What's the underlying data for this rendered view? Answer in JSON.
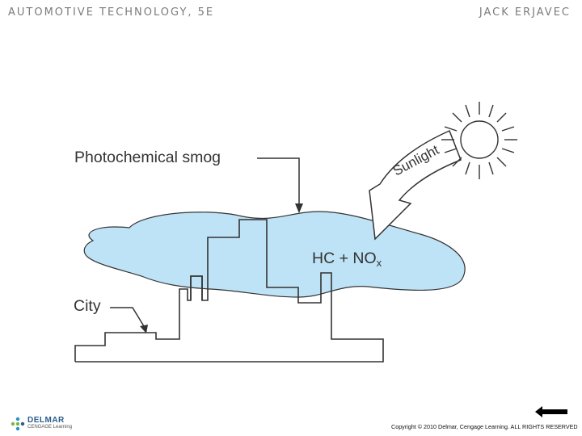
{
  "header": {
    "book_title": "AUTOMOTIVE TECHNOLOGY, 5E",
    "author": "JACK ERJAVEC"
  },
  "diagram": {
    "label_smog": "Photochemical smog",
    "label_sunlight": "Sunlight",
    "label_pollutants_main": "HC + NO",
    "label_pollutants_sub": "x",
    "label_city": "City",
    "colors": {
      "cloud_fill": "#bfe3f6",
      "outline": "#333333"
    }
  },
  "footer": {
    "logo_name": "DELMAR",
    "logo_sub": "CENGAGE Learning",
    "copyright": "Copyright © 2010 Delmar, Cengage Learning. ALL RIGHTS RESERVED",
    "back_icon": "left-arrow-icon"
  }
}
